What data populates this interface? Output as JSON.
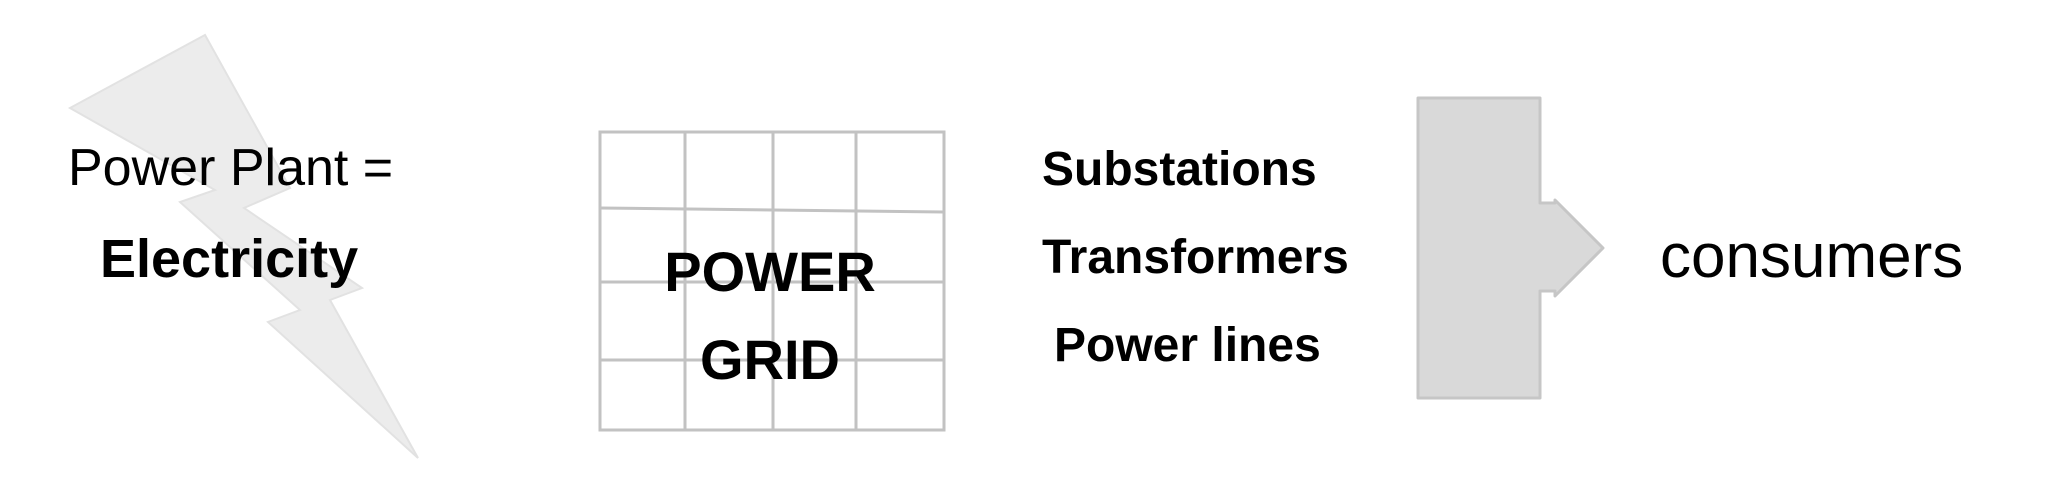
{
  "power_plant": {
    "line1": "Power Plant =",
    "line2": "Electricity",
    "icon": "lightning-bolt-icon"
  },
  "grid": {
    "line1": "POWER",
    "line2": "GRID"
  },
  "infrastructure": {
    "items": [
      "Substations",
      "Transformers",
      "Power lines"
    ]
  },
  "arrow": {
    "icon": "block-arrow-icon"
  },
  "consumers": {
    "label": "consumers"
  },
  "colors": {
    "shape_fill": "#d9d9d9",
    "shape_stroke": "#c6c6c6",
    "bolt_fill": "#ececec",
    "grid_stroke": "#c2c2c2",
    "text": "#000000"
  }
}
